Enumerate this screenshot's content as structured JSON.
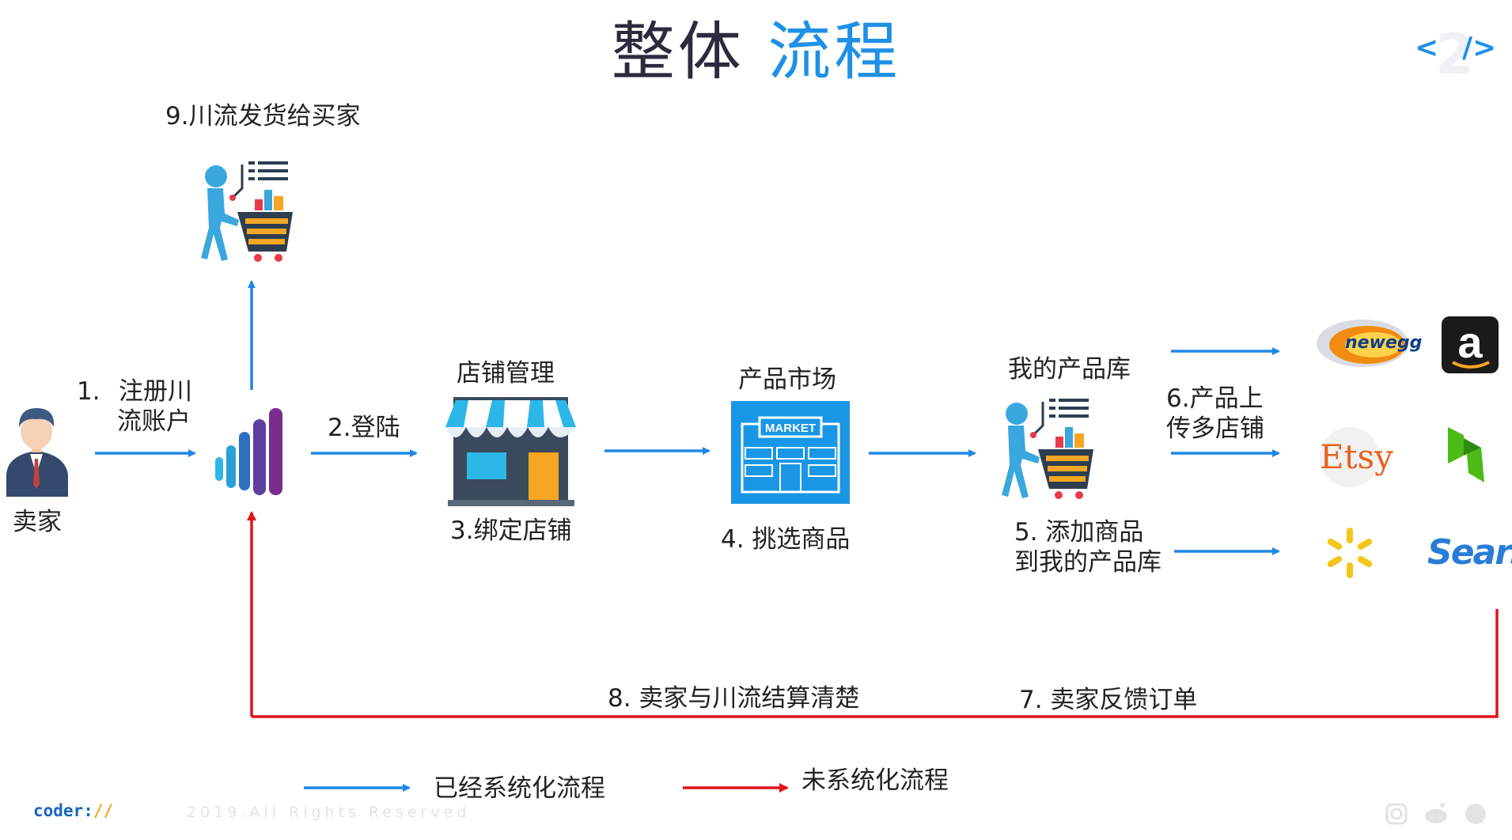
{
  "title": {
    "part1": "整体",
    "part2": "流程"
  },
  "brand": {
    "open": "<",
    "number": "2",
    "close": "/>"
  },
  "nodes": {
    "seller": "卖家",
    "step1_num": "1.",
    "step1_line1": "注册川",
    "step1_line2": "流账户",
    "step2": "2.登陆",
    "shop_title": "店铺管理",
    "step3": "3.绑定店铺",
    "market_title": "产品市场",
    "market_sign": "MARKET",
    "step4": "4. 挑选商品",
    "library_title": "我的产品库",
    "step5_line1": "5. 添加商品",
    "step5_line2": "到我的产品库",
    "step6_line1": "6.产品上",
    "step6_line2": "传多店铺",
    "step7": "7. 卖家反馈订单",
    "step8": "8. 卖家与川流结算清楚",
    "step9": "9.川流发货给买家"
  },
  "stores": {
    "newegg": "newegg",
    "amazon": "a",
    "etsy": "Etsy",
    "sears": "Sears"
  },
  "legend": {
    "systematized": "已经系统化流程",
    "unsystematized": "未系统化流程"
  },
  "footer": {
    "logo": "coder:",
    "logo_slashes": "//",
    "copyright": "2019.All Rights Reserved"
  },
  "colors": {
    "blue_arrow": "#1e88e5",
    "red_arrow": "#e0131b",
    "title_blue": "#1e90e6",
    "title_dark": "#2b2b3d"
  },
  "icons": [
    "seller-avatar-icon",
    "chuanliu-logo-icon",
    "shopping-cart-person-icon",
    "storefront-icon",
    "market-building-icon",
    "newegg-logo-icon",
    "amazon-logo-icon",
    "etsy-logo-icon",
    "houzz-logo-icon",
    "walmart-logo-icon",
    "sears-logo-icon",
    "instagram-icon",
    "reddit-icon",
    "github-icon"
  ]
}
